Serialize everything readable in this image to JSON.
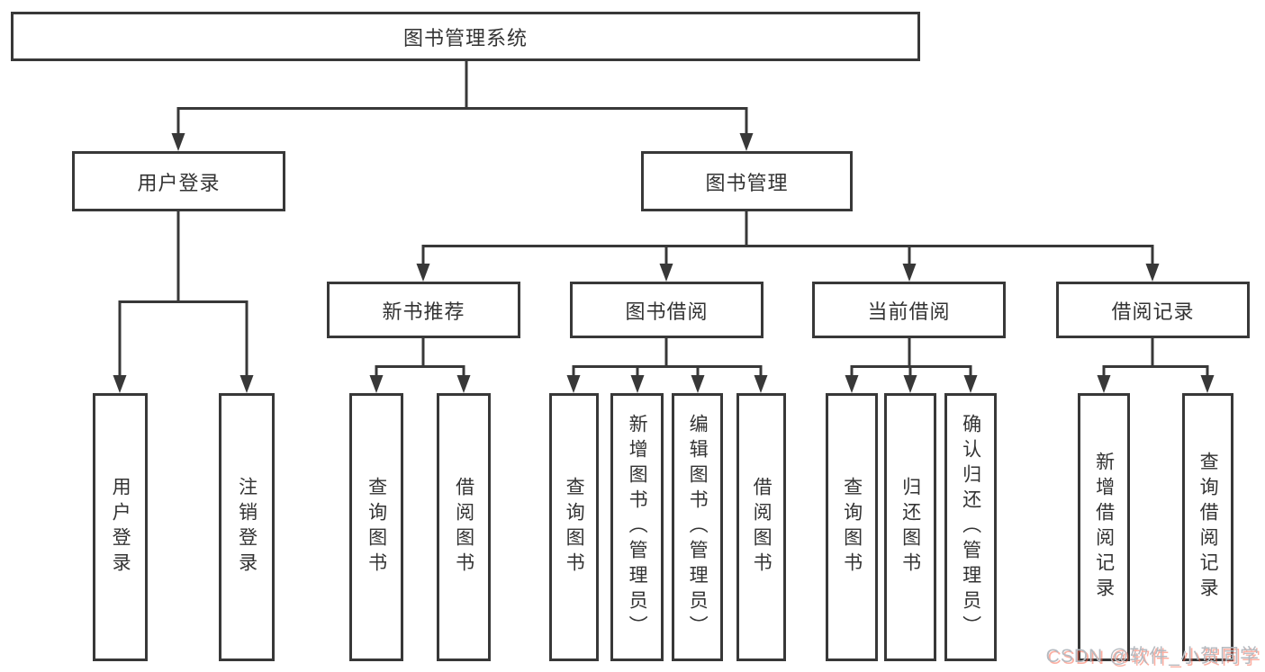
{
  "diagram": {
    "title": "图书管理系统",
    "level2": [
      "用户登录",
      "图书管理"
    ],
    "level3": [
      "新书推荐",
      "图书借阅",
      "当前借阅",
      "借阅记录"
    ],
    "leaves": {
      "user_login": [
        "用户登录",
        "注销登录"
      ],
      "new_book": [
        "查询图书",
        "借阅图书"
      ],
      "book_borrow": [
        "查询图书",
        "新增图书（管理员）",
        "编辑图书（管理员）",
        "借阅图书"
      ],
      "current_borrow": [
        "查询图书",
        "归还图书",
        "确认归还（管理员）"
      ],
      "borrow_records": [
        "新增借阅记录",
        "查询借阅记录"
      ]
    }
  },
  "watermark": {
    "text": "CSDN @软件_小贺同学"
  },
  "colors": {
    "line": "#383838",
    "box_border": "#383838",
    "text": "#333333",
    "background": "#ffffff",
    "watermark_gray": "#b5bac0",
    "watermark_red": "#fa5f46"
  }
}
